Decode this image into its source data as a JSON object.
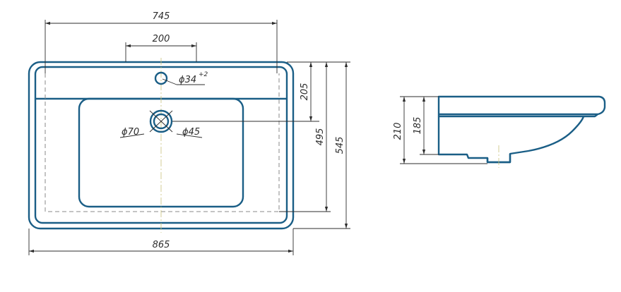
{
  "dimensions": {
    "top_width": "745",
    "tap_spacing": "200",
    "tap_hole": "ϕ34",
    "tap_hole_tol": "+2",
    "drain_outer": "ϕ70",
    "drain_inner": "ϕ45",
    "deck_depth": "205",
    "inner_depth": "495",
    "total_depth": "545",
    "total_width": "865",
    "side_height_total": "210",
    "side_height_inner": "185"
  },
  "colors": {
    "outline": "#1a5e86",
    "dimension": "#2d2d2d"
  }
}
